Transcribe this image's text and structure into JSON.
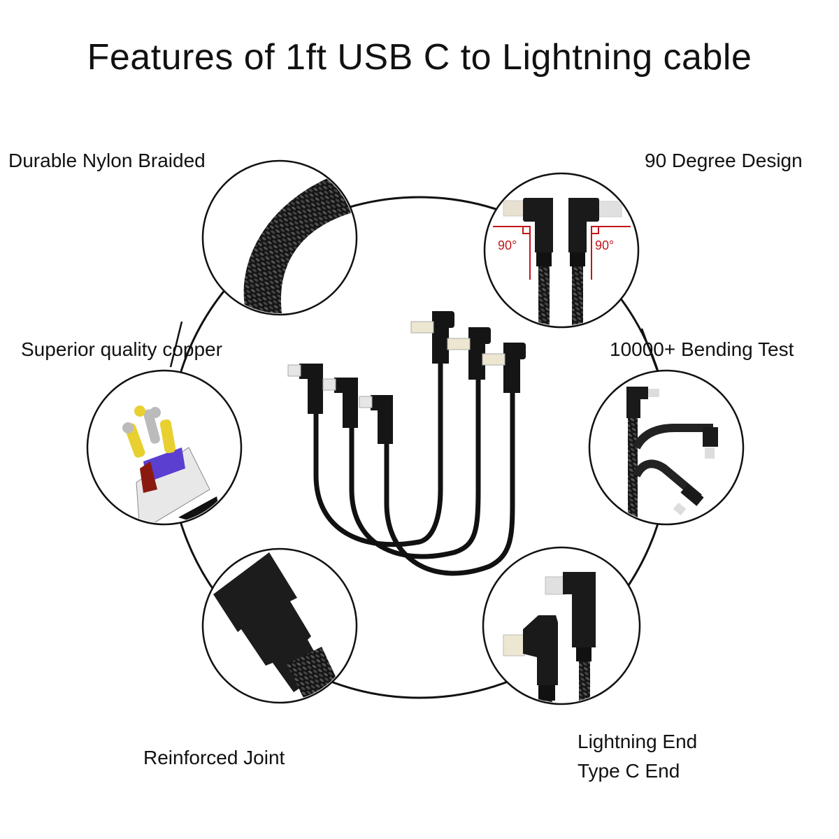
{
  "title": "Features of 1ft USB C to Lightning cable",
  "features": [
    {
      "id": "nylon",
      "label": "Durable Nylon Braided"
    },
    {
      "id": "ninety",
      "label": "90 Degree Design",
      "annotations": [
        "90°",
        "90°"
      ]
    },
    {
      "id": "copper",
      "label": "Superior quality copper"
    },
    {
      "id": "bending",
      "label": "10000+ Bending Test"
    },
    {
      "id": "joint",
      "label": "Reinforced Joint"
    },
    {
      "id": "ends",
      "label_line1": "Lightning End",
      "label_line2": "Type C End"
    }
  ],
  "colors": {
    "outline": "#111111",
    "cable": "#151515",
    "angle_marker": "#c0171b",
    "copper_yellow": "#e8d030",
    "copper_purple": "#5a3fd0",
    "copper_red": "#8a1a10"
  }
}
